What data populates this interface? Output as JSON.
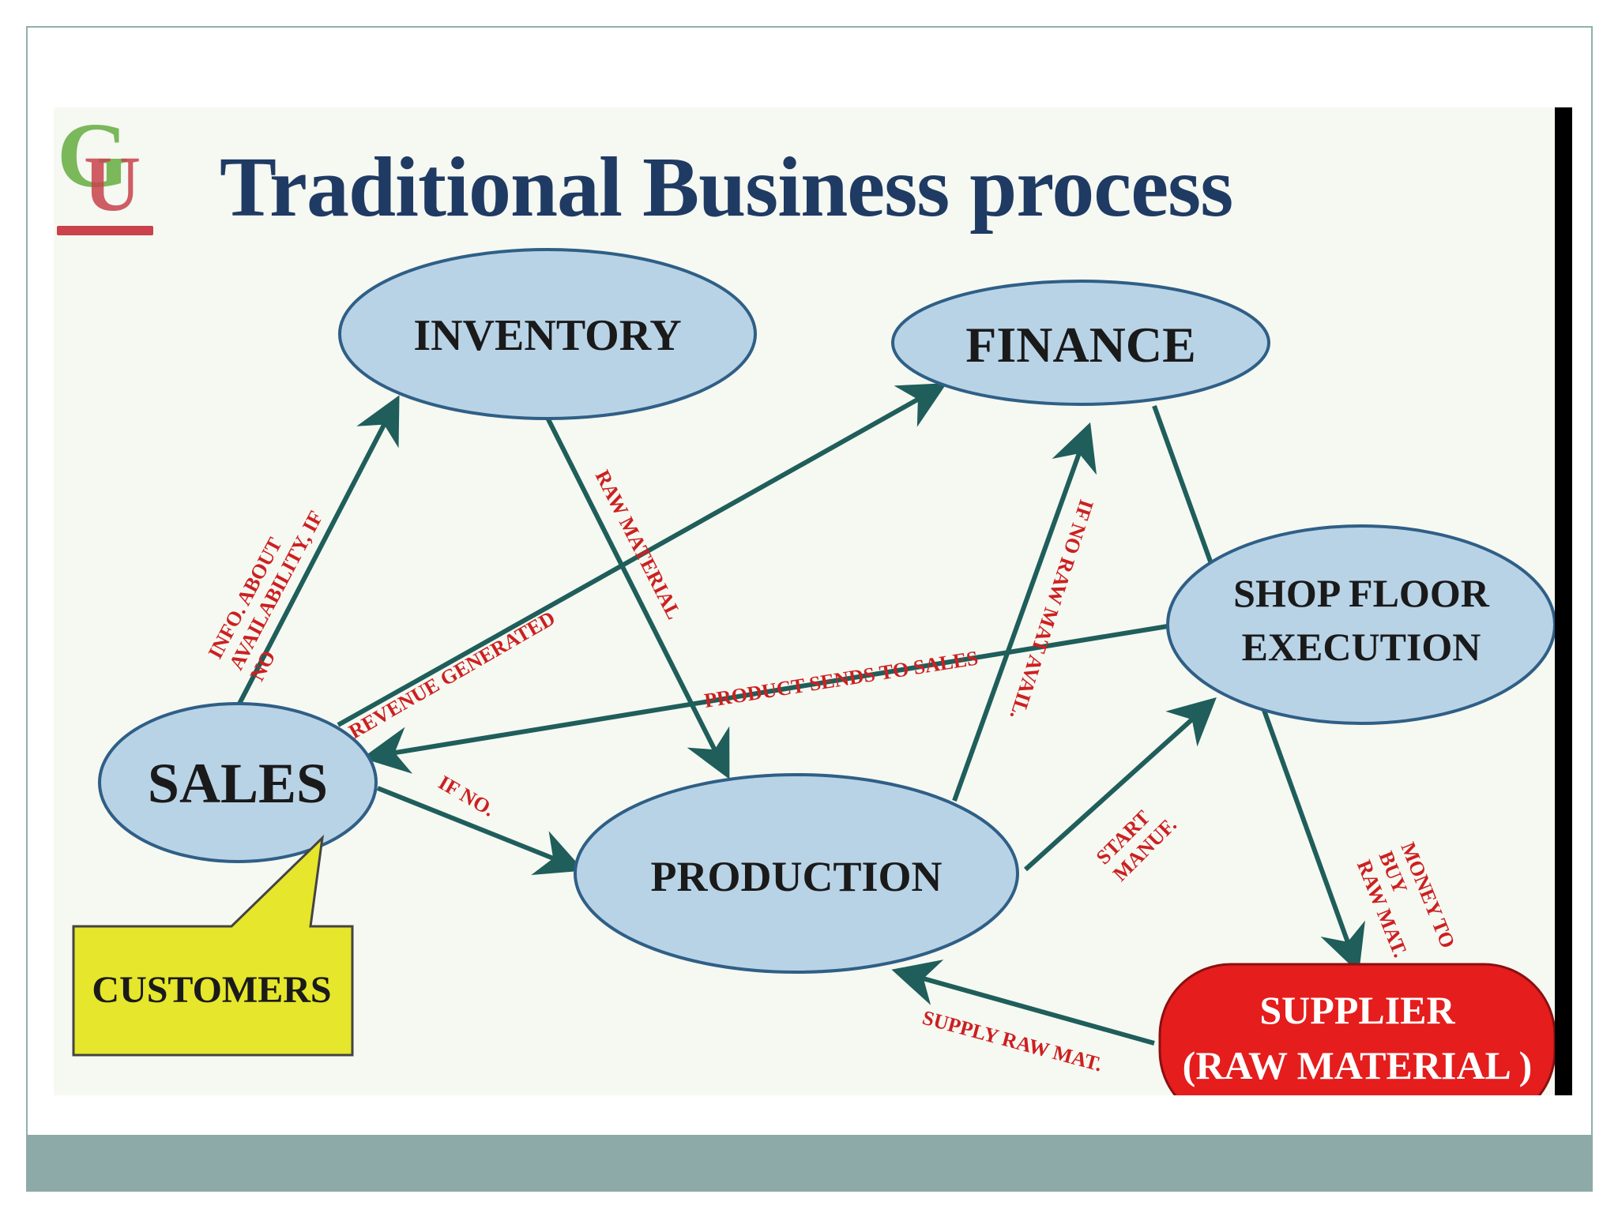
{
  "title": "Traditional Business process",
  "colors": {
    "title": "#1f3b63",
    "node_fill": "#b9d3e6",
    "node_stroke": "#2f5f86",
    "arrow": "#1f5e5a",
    "flow_label": "#cc2020",
    "callout": "#e6e62c",
    "supplier": "#e51d1d",
    "footer": "#8eaaa8"
  },
  "logo": {
    "icon": "university-logo-icon",
    "letters": "GU"
  },
  "nodes": {
    "inventory": "INVENTORY",
    "finance": "FINANCE",
    "sales": "SALES",
    "shop_floor_line1": "SHOP FLOOR",
    "shop_floor_line2": "EXECUTION",
    "production": "PRODUCTION",
    "supplier_line1": "SUPPLIER",
    "supplier_line2": "(RAW MATERIAL )",
    "customers": "CUSTOMERS"
  },
  "flows": {
    "info_line1": "INFO. ABOUT",
    "info_line2": "AVAILABILITY, IF",
    "info_line3": "NO",
    "revenue_generated": "REVENUE GENERATED",
    "raw_material": "RAW MATERIAL",
    "product_sends": "PRODUCT SENDS TO SALES",
    "if_no_raw_mat": "IF NO RAW MAT AVAIL.",
    "if_no": "IF NO.",
    "start_line1": "START",
    "start_line2": "MANUF.",
    "money_line1": "MONEY TO",
    "money_line2": "BUY",
    "money_line3": "RAW MAT.",
    "supply_raw_mat": "SUPPLY RAW MAT."
  }
}
